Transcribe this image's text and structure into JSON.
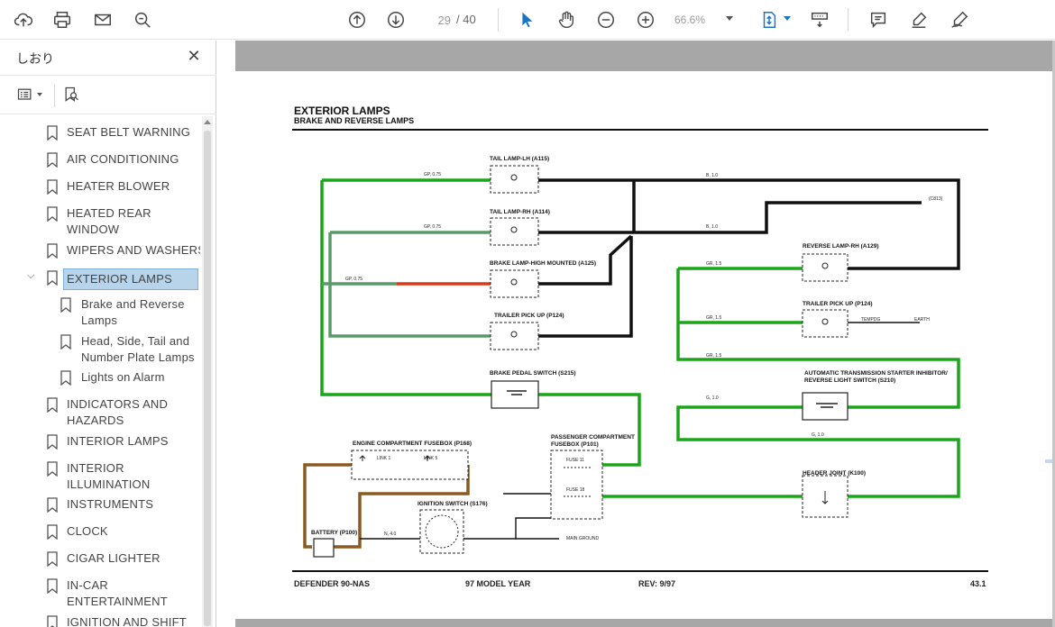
{
  "toolbar": {
    "current_page": "29",
    "total_pages": "/ 40",
    "zoom": "66.6%"
  },
  "sidebar": {
    "title": "しおり",
    "bookmarks": [
      {
        "label": "SEAT BELT WARNING"
      },
      {
        "label": "AIR CONDITIONING"
      },
      {
        "label": "HEATER BLOWER"
      },
      {
        "label": "HEATED REAR WINDOW"
      },
      {
        "label": "WIPERS AND WASHERS"
      },
      {
        "label": "EXTERIOR LAMPS"
      },
      {
        "label": "Brake and Reverse Lamps"
      },
      {
        "label": "Head, Side, Tail and Number Plate Lamps"
      },
      {
        "label": "Lights on Alarm"
      },
      {
        "label": "INDICATORS AND HAZARDS"
      },
      {
        "label": "INTERIOR LAMPS"
      },
      {
        "label": "INTERIOR ILLUMINATION"
      },
      {
        "label": "INSTRUMENTS"
      },
      {
        "label": "CLOCK"
      },
      {
        "label": "CIGAR LIGHTER"
      },
      {
        "label": "IN-CAR ENTERTAINMENT"
      },
      {
        "label": "IGNITION AND SHIFT"
      }
    ]
  },
  "document": {
    "title": "EXTERIOR LAMPS",
    "subtitle": "BRAKE AND REVERSE LAMPS",
    "footer_left": "DEFENDER 90-NAS",
    "footer_center": "97 MODEL YEAR",
    "footer_rev": "REV: 9/97",
    "footer_page": "43.1"
  },
  "diagram": {
    "components": {
      "tail_lh": "TAIL LAMP-LH (A115)",
      "tail_rh": "TAIL LAMP-RH (A114)",
      "brake_high": "BRAKE LAMP-HIGH MOUNTED (A125)",
      "trailer_up": "TRAILER PICK UP (P124)",
      "brake_switch": "BRAKE PEDAL SWITCH (S215)",
      "engine_fusebox": "ENGINE COMPARTMENT FUSEBOX (P168)",
      "ignition_switch": "IGNITION SWITCH (S176)",
      "battery": "BATTERY (P100)",
      "passenger_fusebox_1": "PASSENGER COMPARTMENT",
      "passenger_fusebox_2": "FUSEBOX (P101)",
      "reverse_rh": "REVERSE LAMP-RH (A129)",
      "trailer_right": "TRAILER PICK UP (P124)",
      "inhibitor_1": "AUTOMATIC TRANSMISSION STARTER INHIBITOR/",
      "inhibitor_2": "REVERSE LIGHT SWITCH (S210)",
      "header_joint": "HEADER JOINT (K100)",
      "wire_gp": "GP, 0.75",
      "wire_b": "B, 1.0",
      "wire_gr": "GR, 1.5",
      "wire_g": "G, 1.0",
      "wire_n": "N, 4.0",
      "tempdg": "TEMPDG",
      "earth": "EARTH",
      "fuse_1": "LINK 1",
      "fuse_5": "LINK 5",
      "fuse_11": "FUSE 11",
      "fuse_18": "FUSE 18",
      "main_ground": "MAIN GROUND",
      "c_c813": "(C813)"
    }
  },
  "colors": {
    "wire_green": "#1aa51a",
    "wire_green_grey": "#5a9a6a",
    "wire_red": "#d83a1a",
    "wire_brown": "#8a5a20",
    "wire_black": "#111111",
    "selection": "#b8d4ea",
    "tool_blue": "#1b73c8"
  },
  "icons": [
    "cloud-upload-icon",
    "print-icon",
    "mail-icon",
    "magnify-icon",
    "page-up-icon",
    "page-down-icon",
    "pointer-icon",
    "hand-icon",
    "zoom-out-icon",
    "zoom-in-icon",
    "fit-page-icon",
    "scroll-mode-icon",
    "comment-icon",
    "highlight-icon",
    "sign-icon",
    "options-icon",
    "bookmark-search-icon",
    "bookmark-icon",
    "close-icon"
  ]
}
